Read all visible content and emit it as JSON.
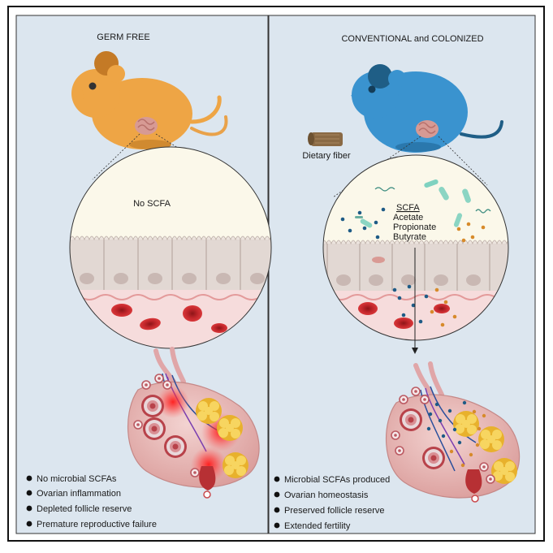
{
  "left_panel": {
    "title": "GERM FREE",
    "circle_label": "No SCFA",
    "bullets": [
      "No microbial SCFAs",
      "Ovarian inflammation",
      "Depleted follicle reserve",
      "Premature reproductive failure"
    ]
  },
  "right_panel": {
    "title": "CONVENTIONAL and COLONIZED",
    "fiber_label": "Dietary fiber",
    "scfa_heading": "SCFA",
    "scfa_items": [
      "Acetate",
      "Propionate",
      "Butyrate"
    ],
    "bullets": [
      "Microbial SCFAs produced",
      "Ovarian homeostasis",
      "Preserved follicle reserve",
      "Extended fertility"
    ]
  },
  "colors": {
    "panel_bg": "#dce6ef",
    "germ_free_mouse": "#eea545",
    "colonized_mouse": "#3a93cf",
    "colonized_mouse_dark": "#1f5e86",
    "intestine": "#dca0a0",
    "epithelium": "#e2d8d3",
    "lumen": "#fbf8ea",
    "blood_cell": "#c6262b",
    "ovary": "#e9b9b7",
    "inflammation": "#ff2020",
    "scfa_blue": "#1e5b86",
    "scfa_orange": "#d78a2a"
  }
}
